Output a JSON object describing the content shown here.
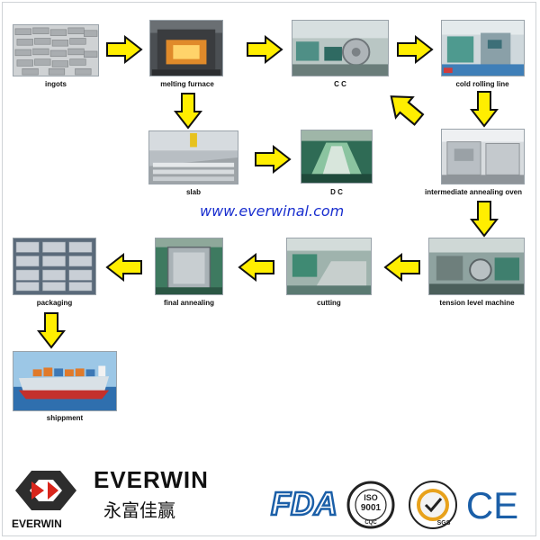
{
  "steps": {
    "ingots": "ingots",
    "melting_furnace": "melting furnace",
    "cc": "C C",
    "cold_rolling_line": "cold rolling line",
    "slab": "slab",
    "dc": "D C",
    "intermediate_annealing_oven": "intermediate annealing oven",
    "tension_level_machine": "tension level machine",
    "cutting": "cutting",
    "final_annealing": "final  annealing",
    "packaging": "packaging",
    "shippment": "shippment"
  },
  "website": "www.everwinal.com",
  "brand": {
    "name": "EVERWIN",
    "chinese_name": "永富佳赢",
    "logo_caption": "EVERWIN"
  },
  "certifications": {
    "fda": "FDA",
    "iso_number": "9001",
    "iso_label": "ISO",
    "iso_sub": "CQC",
    "sgs": "SGS",
    "ce": "CE"
  },
  "colors": {
    "arrow_fill": "#ffee00",
    "url_blue": "#1a2fcf",
    "logo_red": "#d9261c",
    "logo_dark": "#2d2d2d",
    "fda_blue": "#1b5fa8"
  }
}
